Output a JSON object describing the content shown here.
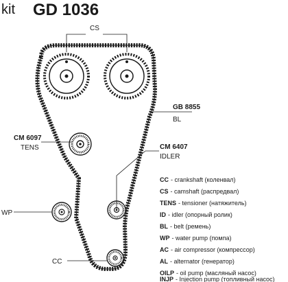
{
  "title": {
    "prefix": "kit",
    "code": "GD 1036"
  },
  "labels": {
    "cs": "CS",
    "belt_code": "GB 8855",
    "belt_abbr": "BL",
    "tens_code": "CM  6097",
    "tens_abbr": "TENS",
    "idler_code": "CM  6407",
    "idler_abbr": "IDLER",
    "wp": "WP",
    "cc": "CC"
  },
  "legend": [
    {
      "abbr": "CC",
      "text": "- crankshaft (коленвал)"
    },
    {
      "abbr": "CS",
      "text": "- camshaft (распредвал)"
    },
    {
      "abbr": "TENS",
      "text": "- tensioner (натяжитель)"
    },
    {
      "abbr": "ID",
      "text": "- idler (опорный ролик)"
    },
    {
      "abbr": "BL",
      "text": "- belt (ремень)"
    },
    {
      "abbr": "WP",
      "text": "- water pump (помпа)"
    },
    {
      "abbr": "AC",
      "text": "- air compressor (компрессор)"
    },
    {
      "abbr": "AL",
      "text": "- alternator (генератор)"
    },
    {
      "abbr": "OILP",
      "text": "- oil pump (масляный насос)"
    },
    {
      "abbr": "INJP",
      "text": "- Injection pump (топливный насос)"
    }
  ]
}
